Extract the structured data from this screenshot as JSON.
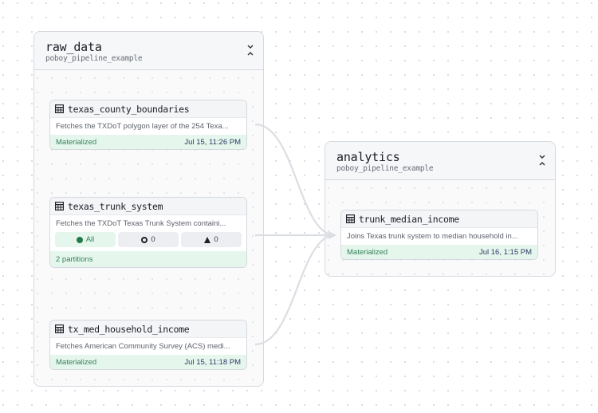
{
  "groups": [
    {
      "title": "raw_data",
      "subtitle": "poboy_pipeline_example",
      "collapse_icon": "chevrons-collapse-icon",
      "assets": [
        {
          "name": "texas_county_boundaries",
          "icon": "table-icon",
          "description": "Fetches the TXDoT polygon layer of the 254 Texa...",
          "status": "Materialized",
          "timestamp": "Jul 15, 11:26 PM"
        },
        {
          "name": "texas_trunk_system",
          "icon": "table-icon",
          "description": "Fetches the TXDoT Texas Trunk System containi...",
          "partition_segments": [
            {
              "icon": "filled-dot-icon",
              "label": "All"
            },
            {
              "icon": "ring-icon",
              "label": "0"
            },
            {
              "icon": "triangle-icon",
              "label": "0"
            }
          ],
          "partitions_label": "2 partitions"
        },
        {
          "name": "tx_med_household_income",
          "icon": "table-icon",
          "description": "Fetches American Community Survey (ACS) medi...",
          "status": "Materialized",
          "timestamp": "Jul 15, 11:18 PM"
        }
      ]
    },
    {
      "title": "analytics",
      "subtitle": "poboy_pipeline_example",
      "collapse_icon": "chevrons-collapse-icon",
      "assets": [
        {
          "name": "trunk_median_income",
          "icon": "table-icon",
          "description": "Joins Texas trunk system to median household in...",
          "status": "Materialized",
          "timestamp": "Jul 16, 1:15 PM"
        }
      ]
    }
  ],
  "edges": [
    {
      "from": "texas_county_boundaries",
      "to": "trunk_median_income"
    },
    {
      "from": "texas_trunk_system",
      "to": "trunk_median_income"
    },
    {
      "from": "tx_med_household_income",
      "to": "trunk_median_income"
    }
  ],
  "colors": {
    "materialized_bg": "#e5f6ec",
    "materialized_text": "#36805a",
    "timestamp_text": "#2d3a66",
    "edge": "#dcdee3",
    "border": "#d6d9e0"
  }
}
